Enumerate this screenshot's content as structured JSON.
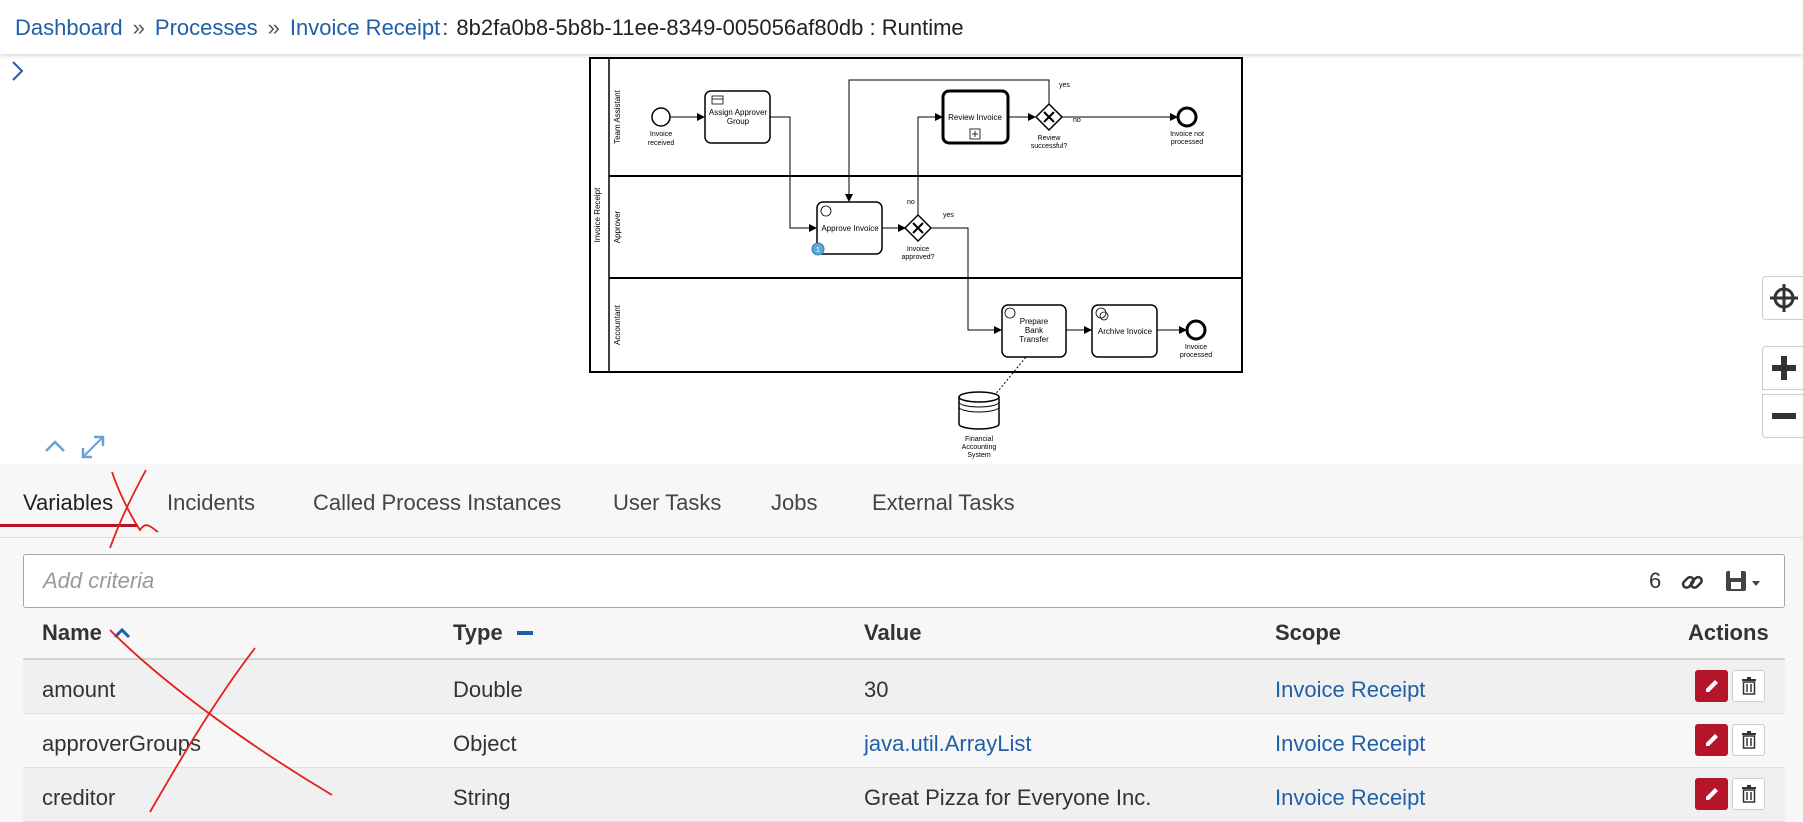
{
  "breadcrumb": {
    "dashboard": "Dashboard",
    "processes": "Processes",
    "process": "Invoice Receipt",
    "instance": "8b2fa0b8-5b8b-11ee-8349-005056af80db",
    "view": "Runtime",
    "separator": "»"
  },
  "diagram": {
    "pool": "Invoice Receipt",
    "lanes": [
      "Team Assistant",
      "Approver",
      "Accountant"
    ],
    "start_event": [
      "Invoice",
      "received"
    ],
    "assign_task": [
      "Assign Approver",
      "Group"
    ],
    "review_task": "Review Invoice",
    "review_gateway": [
      "Review",
      "successful?"
    ],
    "end_not_processed": [
      "Invoice not",
      "processed"
    ],
    "approve_task": "Approve Invoice",
    "approve_badge": "1",
    "approve_gateway": [
      "Invoice",
      "approved?"
    ],
    "prepare_task": [
      "Prepare",
      "Bank",
      "Transfer"
    ],
    "archive_task": "Archive Invoice",
    "end_processed": [
      "Invoice",
      "processed"
    ],
    "datastore": [
      "Financial",
      "Accounting",
      "System"
    ],
    "flow_yes": "yes",
    "flow_no": "no"
  },
  "tabs": [
    {
      "label": "Variables",
      "active": true
    },
    {
      "label": "Incidents",
      "active": false
    },
    {
      "label": "Called Process Instances",
      "active": false
    },
    {
      "label": "User Tasks",
      "active": false
    },
    {
      "label": "Jobs",
      "active": false
    },
    {
      "label": "External Tasks",
      "active": false
    }
  ],
  "search": {
    "placeholder": "Add criteria",
    "count": "6"
  },
  "table": {
    "headers": {
      "name": "Name",
      "type": "Type",
      "value": "Value",
      "scope": "Scope",
      "actions": "Actions"
    },
    "rows": [
      {
        "name": "amount",
        "type": "Double",
        "value": "30",
        "scope": "Invoice Receipt"
      },
      {
        "name": "approverGroups",
        "type": "Object",
        "value": "java.util.ArrayList",
        "scope": "Invoice Receipt"
      },
      {
        "name": "creditor",
        "type": "String",
        "value": "Great Pizza for Everyone Inc.",
        "scope": "Invoice Receipt"
      }
    ]
  },
  "colors": {
    "link": "#1f5fa8",
    "accent": "#b5152b",
    "annotation": "#e02020",
    "token_badge": "#5aa9d6"
  },
  "icons": {
    "side_toggle": "chevron-right-icon",
    "reset_zoom": "crosshair-icon",
    "zoom_in": "plus-icon",
    "zoom_out": "minus-icon",
    "collapse": "chevron-up-icon",
    "fullscreen": "expand-icon",
    "sort_name": "sort-ascending-icon",
    "sort_type": "sort-none-icon",
    "link": "link-icon",
    "save": "save-dropdown-icon",
    "edit": "pencil-icon",
    "delete": "trash-icon"
  }
}
